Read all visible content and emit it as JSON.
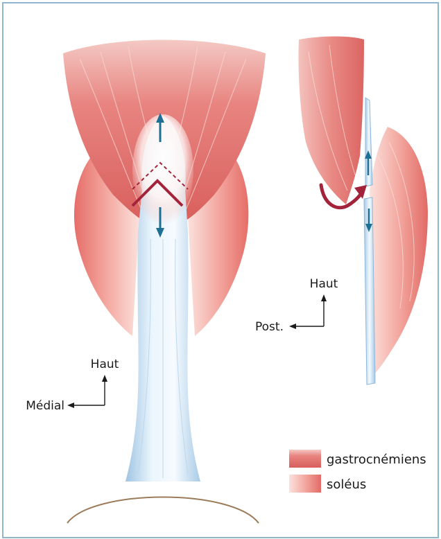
{
  "colors": {
    "frame": "#8eb4d0",
    "gastrocnemius": "#e06b68",
    "soleus": "#f2a9a2",
    "tendon": "#dceefa",
    "arrow_blue": "#1f6f95",
    "incision_red": "#a3243a",
    "axis_black": "#1a1a1a",
    "heel_brown": "#9b7b5a"
  },
  "main_view": {
    "axis": {
      "up_label": "Haut",
      "side_label": "Médial"
    }
  },
  "side_view": {
    "axis": {
      "up_label": "Haut",
      "side_label": "Post."
    }
  },
  "legend": {
    "items": [
      {
        "label": "gastrocnémiens",
        "swatch": "gastrocnemius"
      },
      {
        "label": "soléus",
        "swatch": "soleus"
      }
    ]
  }
}
